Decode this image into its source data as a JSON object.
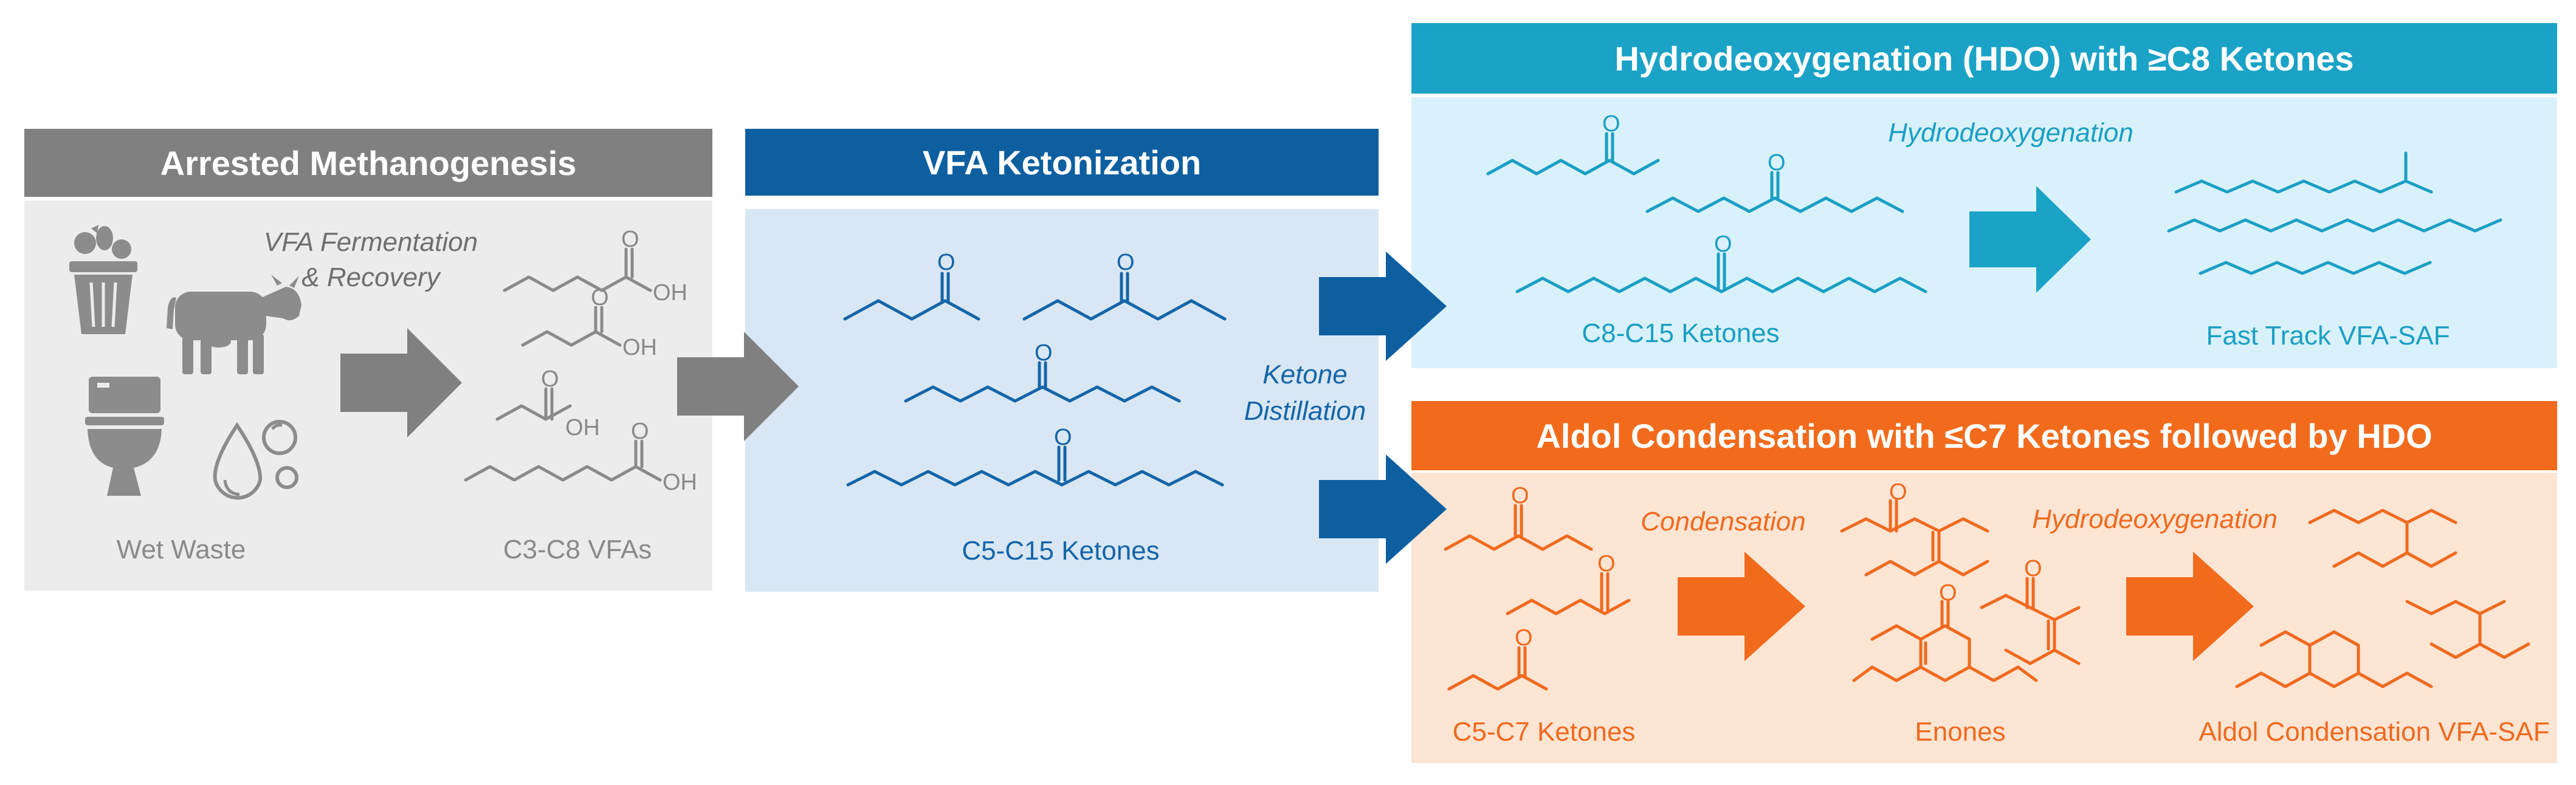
{
  "sections": {
    "arrested": {
      "title": "Arrested Methanogenesis",
      "header_color": "#808080",
      "bg_color": "#ececec"
    },
    "ketonization": {
      "title": "VFA Ketonization",
      "header_color": "#0e5fa0",
      "bg_color": "#d8e7f3"
    },
    "hdo": {
      "title": "Hydrodeoxygenation (HDO) with ≥C8 Ketones",
      "header_color": "#1aa3c6",
      "bg_color": "#d9f1fa"
    },
    "aldol": {
      "title": "Aldol Condensation with ≤C7 Ketones followed by HDO",
      "header_color": "#f26b1d",
      "bg_color": "#fde5d3"
    }
  },
  "labels": {
    "fermentation_line1": "VFA Fermentation",
    "fermentation_line2": "& Recovery",
    "wet_waste": "Wet Waste",
    "vfas": "C3-C8 VFAs",
    "c5_c15_ketones": "C5-C15 Ketones",
    "ketone_distillation_line1": "Ketone",
    "ketone_distillation_line2": "Distillation",
    "hydrodeoxygenation_top": "Hydrodeoxygenation",
    "c8_c15_ketones": "C8-C15 Ketones",
    "fast_track": "Fast Track VFA-SAF",
    "condensation": "Condensation",
    "hydrodeoxygenation_bottom": "Hydrodeoxygenation",
    "c5_c7_ketones": "C5-C7 Ketones",
    "enones": "Enones",
    "aldol_saf": "Aldol Condensation VFA-SAF"
  },
  "atoms": {
    "oxygen": "O",
    "hydroxyl": "OH"
  },
  "icons": [
    "food-waste-bin-icon",
    "cow-icon",
    "toilet-icon",
    "water-drops-icon"
  ],
  "colors": {
    "gray_text": "#8a8a8a",
    "dark_gray_text": "#6f6f6f",
    "blue_text": "#1565a8",
    "cyan_text": "#1a9fc4",
    "orange_text": "#ef6a1f",
    "gray_arrow": "#808080",
    "blue_arrow": "#0e5fa0",
    "cyan_arrow": "#1aa3c6",
    "orange_arrow": "#f26b1d"
  }
}
